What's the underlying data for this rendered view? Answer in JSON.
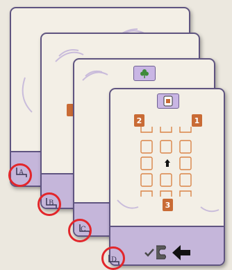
{
  "cards": [
    {
      "letter": "A"
    },
    {
      "letter": "B"
    },
    {
      "letter": "C"
    },
    {
      "letter": "D"
    }
  ],
  "front_card": {
    "numbers": [
      "2",
      "1",
      "3"
    ],
    "action_icons": [
      "checkmark-icon",
      "scroll-icon",
      "arrow-left-icon"
    ],
    "slot_icon": "dice-icon"
  },
  "card_c": {
    "slot_icon": "clover-icon"
  },
  "colors": {
    "card_border": "#5f5480",
    "band": "#c5b6da",
    "number_tag": "#c96b35",
    "highlight_circle": "#e2262b"
  }
}
